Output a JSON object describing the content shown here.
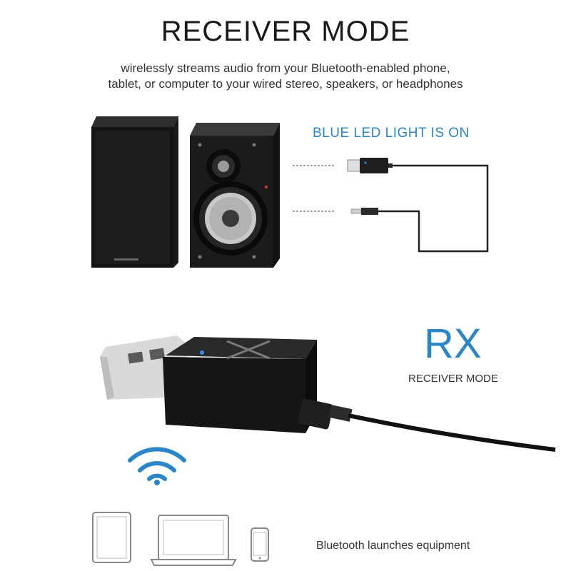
{
  "header": {
    "title": "RECEIVER MODE",
    "subtitle_line1": "wirelessly streams audio from your Bluetooth-enabled phone,",
    "subtitle_line2": "tablet, or computer to your wired stereo, speakers, or headphones"
  },
  "diagram": {
    "led_text": "BLUE LED LIGHT IS ON",
    "led_color": "#2a86c8"
  },
  "product": {
    "mode_code": "RX",
    "mode_label": "RECEIVER MODE",
    "footer_text": "Bluetooth launches equipment",
    "icons": [
      "wifi-icon",
      "tablet-icon",
      "laptop-icon",
      "phone-icon"
    ]
  }
}
